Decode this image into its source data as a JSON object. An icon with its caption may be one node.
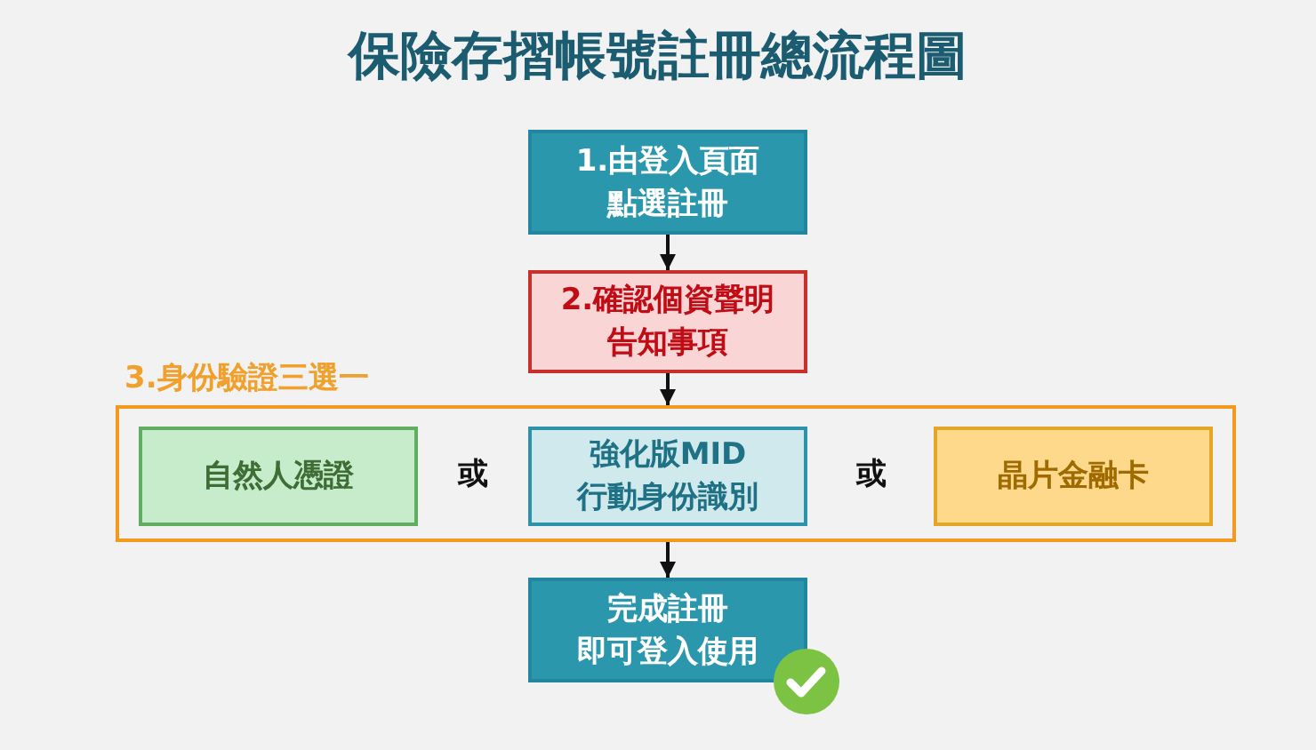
{
  "diagram": {
    "title": "保險存摺帳號註冊總流程圖",
    "nodes": [
      {
        "text": [
          "1.由登入頁面點選註冊"
        ]
      },
      {
        "text": [
          "2.確認個資聲明告知事項"
        ]
      },
      {
        "text": [
          "3.身份驗證三選一"
        ]
      },
      {
        "text": [
          "自然人憑證"
        ],
        "in": 2
      },
      {
        "text": [
          "強化版MID行動身份識別"
        ],
        "in": 2
      },
      {
        "text": [
          "晶片金融卡"
        ],
        "in": 2
      },
      {
        "text": [
          "完成註冊即可登入使用"
        ]
      }
    ],
    "edges": [
      {
        "from": 0,
        "to": 1,
        "arrow": "to"
      },
      {
        "from": 1,
        "to": 2,
        "arrow": "to"
      },
      {
        "from": 2,
        "to": 6,
        "arrow": "to"
      }
    ],
    "labels": [
      "或",
      "或"
    ]
  }
}
